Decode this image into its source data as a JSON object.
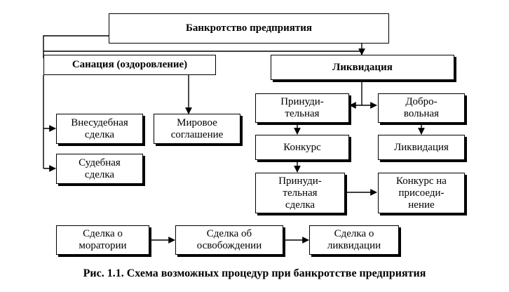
{
  "diagram": {
    "root": "Банкротство предприятия",
    "sanation": {
      "title": "Санация (оздоровление)",
      "extrajudicial": "Внесудебная\nсделка",
      "settlement": "Мировое\nсоглашение",
      "judicial": "Судебная\nсделка"
    },
    "liquidation": {
      "title": "Ликвидация",
      "forced": "Принуди-\nтельная",
      "voluntary": "Добро-\nвольная",
      "bankruptcy": "Конкурс",
      "voluntary_liquidation": "Ликвидация",
      "forced_deal": "Принуди-\nтельная\nсделка",
      "accession": "Конкурс на\nприсоеди-\nнение"
    },
    "deals": {
      "moratorium": "Сделка о\nморатории",
      "release": "Сделка об\nосвобождении",
      "liquidation_deal": "Сделка о\nликвидации"
    }
  },
  "caption": "Рис. 1.1. Схема возможных процедур при банкротстве предприятия"
}
